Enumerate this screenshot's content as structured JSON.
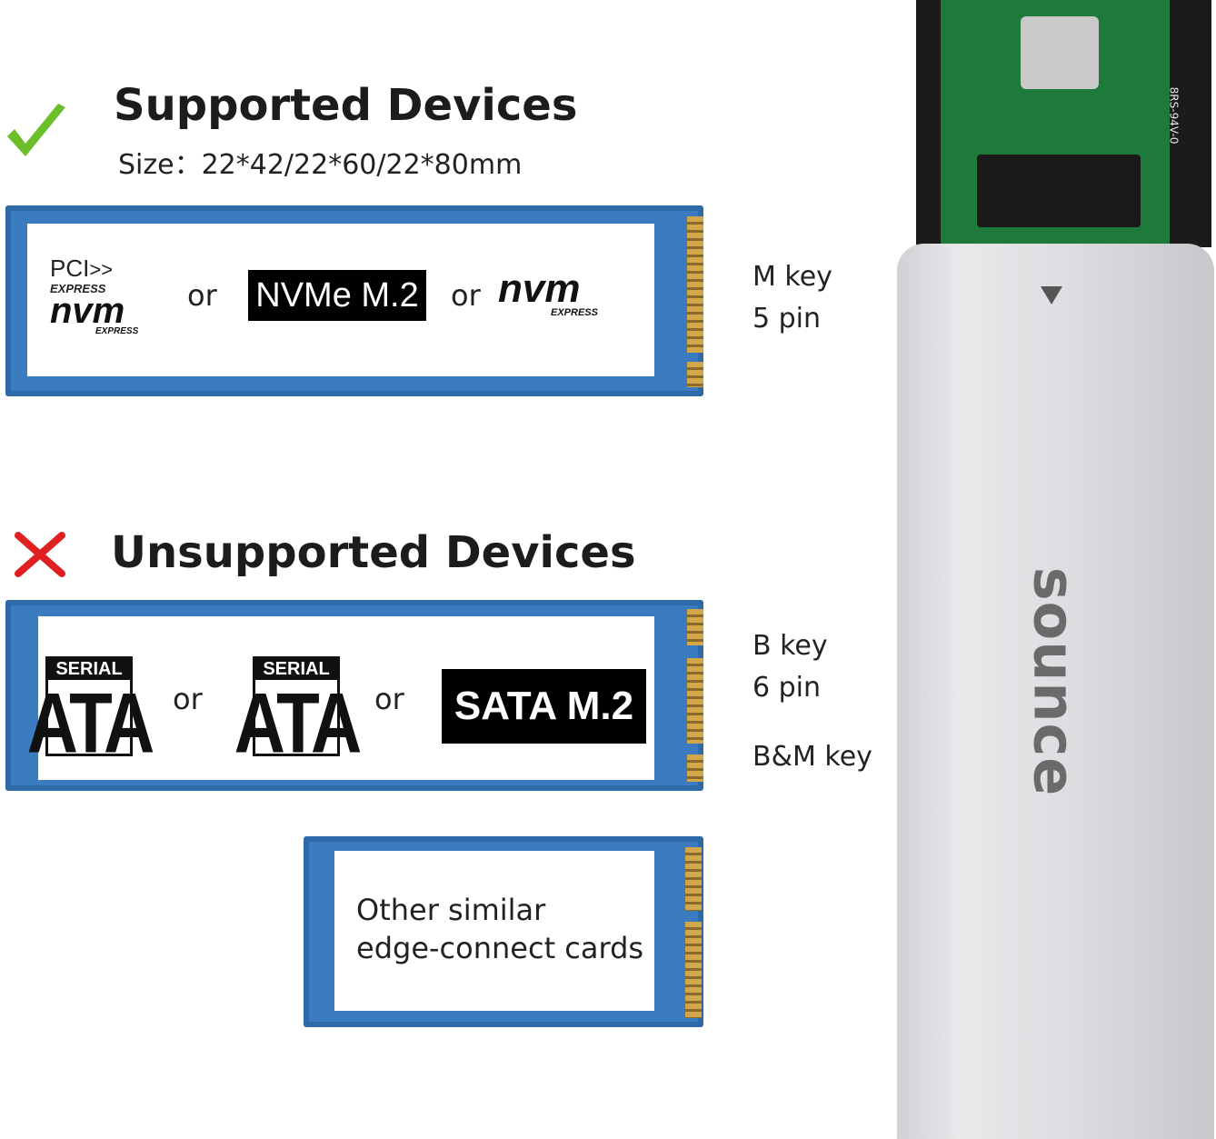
{
  "supported": {
    "title": "Supported Devices",
    "size": "Size：22*42/22*60/22*80mm",
    "logos": [
      "PCI EXPRESS nvm EXPRESS",
      "NVMe M.2",
      "nvm EXPRESS"
    ],
    "or": "or",
    "key_label": "M key",
    "pin_label": "5 pin"
  },
  "unsupported": {
    "title": "Unsupported Devices",
    "logo1_top": "SERIAL",
    "logo1_main": "ATA",
    "logo2_top": "SERIAL",
    "logo2_main": "ATA",
    "logo3": "SATA M.2",
    "or": "or",
    "b_key": "B key",
    "b_pin": "6 pin",
    "bm_key": "B&M key",
    "other_line1": "Other similar",
    "other_line2": "edge-connect cards"
  },
  "device": {
    "brand": "sounce",
    "pcb_label": "8RS-94V-0"
  },
  "colors": {
    "check": "#6abf2a",
    "cross": "#e02020",
    "pcb_blue": "#2f6aa8",
    "pcb_green": "#1d7a3a"
  },
  "icons": [
    "check-icon",
    "cross-icon",
    "arrow-down-icon"
  ]
}
